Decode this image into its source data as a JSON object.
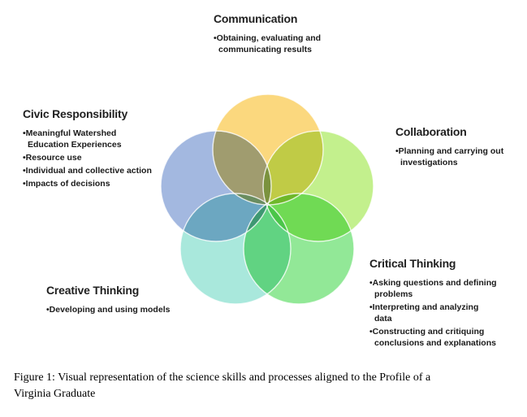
{
  "figure": {
    "outline_color": "#FFFFFF",
    "nodes": [
      {
        "id": "communication",
        "title": "Communication",
        "color": "#FBD87E",
        "bullets": [
          "•Obtaining, evaluating and\ncommunicating results"
        ]
      },
      {
        "id": "collaboration",
        "title": "Collaboration",
        "color": "#C3F08D",
        "bullets": [
          "•Planning and carrying out\ninvestigations"
        ]
      },
      {
        "id": "critical-thinking",
        "title": "Critical Thinking",
        "color": "#92E897",
        "bullets": [
          "•Asking questions and defining\nproblems",
          "•Interpreting and analyzing\ndata",
          "•Constructing and critiquing\nconclusions and explanations"
        ]
      },
      {
        "id": "creative-thinking",
        "title": "Creative Thinking",
        "color": "#A9E8DC",
        "bullets": [
          "•Developing and using models"
        ]
      },
      {
        "id": "civic-responsibility",
        "title": "Civic Responsibility",
        "color": "#A3B8E0",
        "bullets": [
          "•Meaningful Watershed\nEducation Experiences",
          "•Resource use",
          "•Individual and collective action",
          "•Impacts of decisions"
        ]
      }
    ],
    "caption": "Figure 1: Visual representation of the science skills and processes aligned to the Profile of a\nVirginia Graduate"
  }
}
